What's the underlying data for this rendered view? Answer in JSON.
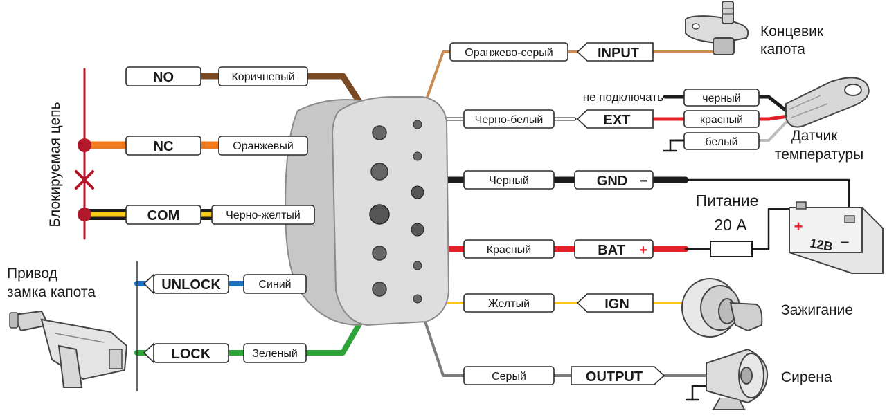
{
  "colors": {
    "brown": "#7a4a24",
    "orange": "#f07b1e",
    "black": "#1c1c1c",
    "yellow": "#f5c816",
    "blue": "#1a6fc1",
    "green": "#2ea33a",
    "gray": "#7d7d7d",
    "red": "#e3212b",
    "tan": "#c98c52",
    "circuit_red": "#b3182a"
  },
  "left_wires": [
    {
      "tag": "NO",
      "color_label": "Коричневый"
    },
    {
      "tag": "NC",
      "color_label": "Оранжевый"
    },
    {
      "tag": "COM",
      "color_label": "Черно-желтый"
    },
    {
      "tag": "UNLOCK",
      "color_label": "Синий"
    },
    {
      "tag": "LOCK",
      "color_label": "Зеленый"
    }
  ],
  "right_wires": [
    {
      "tag": "INPUT",
      "color_label": "Оранжево-серый"
    },
    {
      "tag": "EXT",
      "color_label": "Черно-белый"
    },
    {
      "tag": "GND",
      "sign": "−",
      "color_label": "Черный"
    },
    {
      "tag": "BAT",
      "sign": "+",
      "color_label": "Красный"
    },
    {
      "tag": "IGN",
      "color_label": "Желтый"
    },
    {
      "tag": "OUTPUT",
      "color_label": "Серый"
    }
  ],
  "temp_sensor": {
    "not_connect": "не подключать",
    "wires": [
      "черный",
      "красный",
      "белый"
    ],
    "title_line1": "Датчик",
    "title_line2": "температуры"
  },
  "blocked_circuit": "Блокируемая цепь",
  "hood_switch": {
    "line1": "Концевик",
    "line2": "капота"
  },
  "lock_drive": {
    "line1": "Привод",
    "line2": "замка капота"
  },
  "power": {
    "line1": "Питание",
    "line2": "20 А"
  },
  "battery": {
    "label": "12В",
    "plus": "+",
    "minus": "−"
  },
  "ignition": "Зажигание",
  "siren": "Сирена",
  "icons": [
    "hood-switch-icon",
    "temperature-sensor-icon",
    "battery-icon",
    "fuse-icon",
    "ignition-switch-icon",
    "siren-icon",
    "hood-lock-actuator-icon",
    "ground-symbol-icon"
  ]
}
